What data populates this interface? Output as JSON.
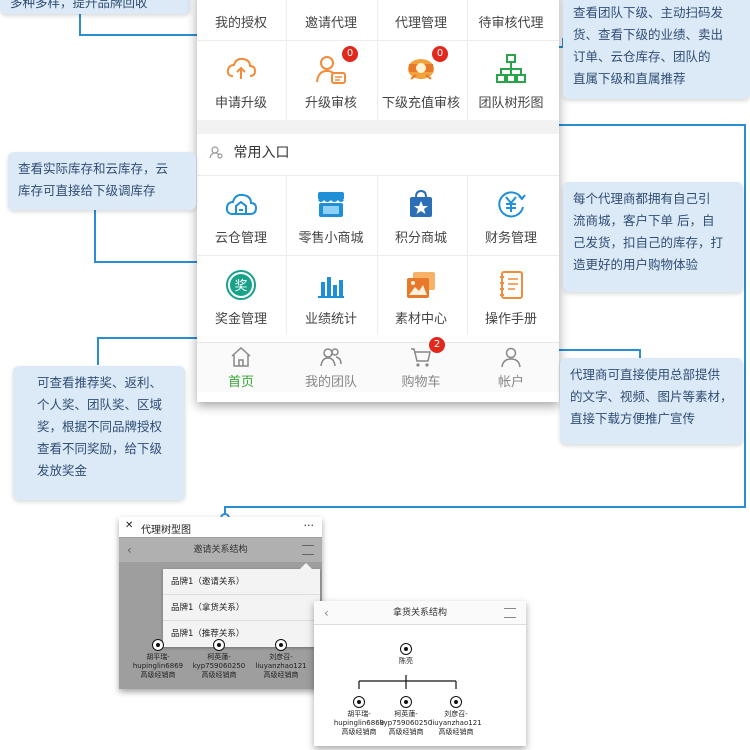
{
  "top_callout": {
    "text": "多种多样，提升品牌回收"
  },
  "agent_grid": {
    "row1": [
      "我的授权",
      "邀请代理",
      "代理管理",
      "待审核代理"
    ],
    "row2": [
      {
        "label": "申请升级",
        "icon": "cloud-upload-icon"
      },
      {
        "label": "升级审核",
        "icon": "user-card-icon",
        "badge": "0"
      },
      {
        "label": "下级充值审核",
        "icon": "recharge-coin-icon",
        "badge": "0"
      },
      {
        "label": "团队树形图",
        "icon": "tree-chart-icon"
      }
    ]
  },
  "common_section": {
    "title": "常用入口",
    "row1": [
      {
        "label": "云仓管理",
        "icon": "cloud-warehouse-icon"
      },
      {
        "label": "零售小商城",
        "icon": "shop-icon"
      },
      {
        "label": "积分商城",
        "icon": "shopping-bag-star-icon"
      },
      {
        "label": "财务管理",
        "icon": "yen-cycle-icon"
      }
    ],
    "row2": [
      {
        "label": "奖金管理",
        "icon": "award-icon"
      },
      {
        "label": "业绩统计",
        "icon": "bar-chart-icon"
      },
      {
        "label": "素材中心",
        "icon": "images-icon"
      },
      {
        "label": "操作手册",
        "icon": "manual-icon"
      }
    ]
  },
  "tabbar": [
    {
      "label": "首页",
      "icon": "home-icon",
      "active": true
    },
    {
      "label": "我的团队",
      "icon": "team-icon"
    },
    {
      "label": "购物车",
      "icon": "cart-icon",
      "badge": "2"
    },
    {
      "label": "帐户",
      "icon": "account-icon"
    }
  ],
  "callouts": {
    "team": [
      "查看团队下级、主动扫码发",
      "货、查看下级的业绩、卖出",
      "订单、云仓库存、团队的",
      "直属下级和直属推荐"
    ],
    "warehouse": [
      "查看实际库存和云库存，云",
      "库存可直接给下级调库存"
    ],
    "mall": [
      "每个代理商都拥有自己引",
      "流商城，客户下单 后，自",
      "己发货，扣自己的库存，打",
      "造更好的用户购物体验"
    ],
    "bonus": [
      "可查看推荐奖、返利、",
      "个人奖、团队奖、区域",
      "奖，根据不同品牌授权",
      "查看不同奖励，给下级",
      "发放奖金"
    ],
    "material": [
      "代理商可直接使用总部提供",
      "的文字、视频、图片等素材，",
      "直接下载方便推广宣传"
    ]
  },
  "screenshot_invite": {
    "window_title": "代理树型图",
    "close_glyph": "✕",
    "more_glyph": "···",
    "nav_title": "邀请关系结构",
    "menu": [
      "品牌1（邀请关系）",
      "品牌1（拿货关系）",
      "品牌1（推荐关系）"
    ],
    "people": [
      {
        "name": "胡平瑞-",
        "id": "hupinglin6869",
        "level": "高级经销商"
      },
      {
        "name": "柯英蓮-",
        "id": "kyp759060250",
        "level": "高级经销商"
      },
      {
        "name": "刘彦召-",
        "id": "liuyanzhao121",
        "level": "高级经销商"
      }
    ]
  },
  "screenshot_supply": {
    "nav_title": "拿货关系结构",
    "root": "陈亮",
    "people": [
      {
        "name": "胡平瑞-",
        "id": "hupinglin6869",
        "level": "高级经销商"
      },
      {
        "name": "柯英蓮-",
        "id": "kyp759060250",
        "level": "高级经销商"
      },
      {
        "name": "刘彦召-",
        "id": "liuyanzhao121",
        "level": "高级经销商"
      }
    ]
  },
  "colors": {
    "accent": "#1f8fd6",
    "callout_bg": "#dce9f6",
    "callout_text": "#2f4e75",
    "badge": "#e0281d",
    "active_tab": "#36a535"
  }
}
